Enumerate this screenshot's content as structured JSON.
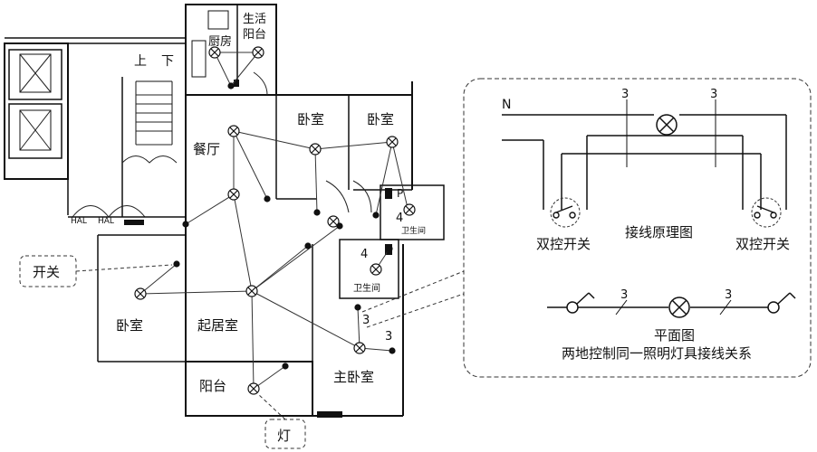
{
  "floor_plan": {
    "rooms": {
      "kitchen": "厨房",
      "service_balcony_line1": "生活",
      "service_balcony_line2": "阳台",
      "dining": "餐厅",
      "bedroom_a": "卧室",
      "bedroom_b": "卧室",
      "bedroom_c": "卧室",
      "living": "起居室",
      "balcony": "阳台",
      "master_bedroom": "主卧室",
      "bath_a": "卫生间",
      "bath_b": "卫生间"
    },
    "stairs": {
      "up": "上",
      "down": "下"
    },
    "hal_left": "HAL",
    "hal_right": "HAL",
    "mark_p": "P",
    "mark_4": "4",
    "mark_3": "3",
    "callout_switch": "开关",
    "callout_lamp": "灯"
  },
  "schematic": {
    "neutral_label": "N",
    "wire_count": "3",
    "switch_left_label": "双控开关",
    "switch_right_label": "双控开关",
    "wiring_title": "接线原理图",
    "plan_title": "平面图",
    "caption": "两地控制同一照明灯具接线关系"
  }
}
